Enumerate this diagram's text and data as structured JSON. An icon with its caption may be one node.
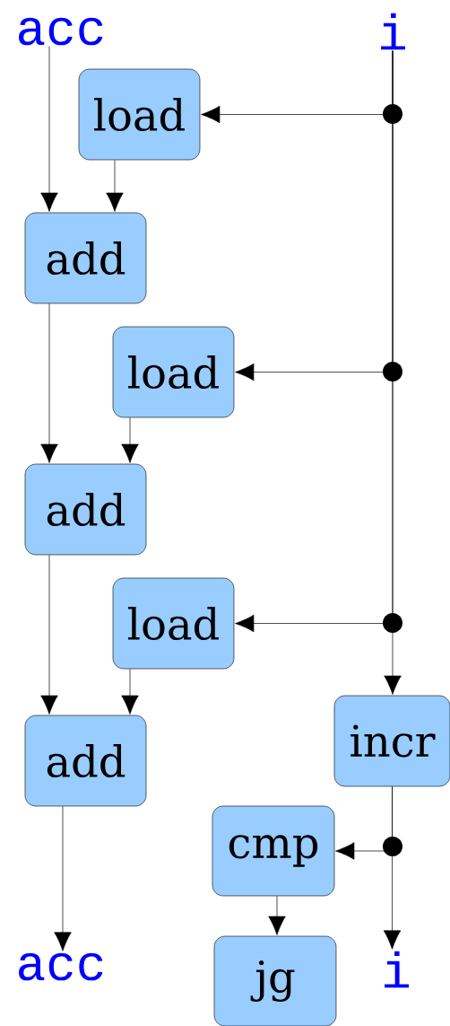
{
  "diagram": {
    "nodes": [
      {
        "text": [
          "acc"
        ]
      },
      {
        "text": [
          "i"
        ]
      },
      {
        "text": [
          "load"
        ]
      },
      {
        "text": [
          "add"
        ]
      },
      {
        "text": [
          "load"
        ]
      },
      {
        "text": [
          "add"
        ]
      },
      {
        "text": [
          "load"
        ]
      },
      {
        "text": [
          "add"
        ]
      },
      {
        "text": [
          "incr"
        ]
      },
      {
        "text": [
          "cmp"
        ]
      },
      {
        "text": [
          "jg"
        ]
      },
      {
        "text": [
          "acc"
        ]
      },
      {
        "text": [
          "i"
        ]
      }
    ],
    "edges": [
      {
        "from": 0,
        "to": 3,
        "arrow": "to"
      },
      {
        "from": 2,
        "to": 3,
        "arrow": "to"
      },
      {
        "from": 1,
        "to": 2,
        "arrow": "to"
      },
      {
        "from": 3,
        "to": 5,
        "arrow": "to"
      },
      {
        "from": 4,
        "to": 5,
        "arrow": "to"
      },
      {
        "from": 1,
        "to": 4,
        "arrow": "to"
      },
      {
        "from": 5,
        "to": 7,
        "arrow": "to"
      },
      {
        "from": 6,
        "to": 7,
        "arrow": "to"
      },
      {
        "from": 1,
        "to": 6,
        "arrow": "to"
      },
      {
        "from": 1,
        "to": 8,
        "arrow": "to"
      },
      {
        "from": 7,
        "to": 11,
        "arrow": "to"
      },
      {
        "from": 8,
        "to": 9,
        "arrow": "to"
      },
      {
        "from": 8,
        "to": 12,
        "arrow": "to"
      },
      {
        "from": 9,
        "to": 10,
        "arrow": "to"
      }
    ]
  }
}
